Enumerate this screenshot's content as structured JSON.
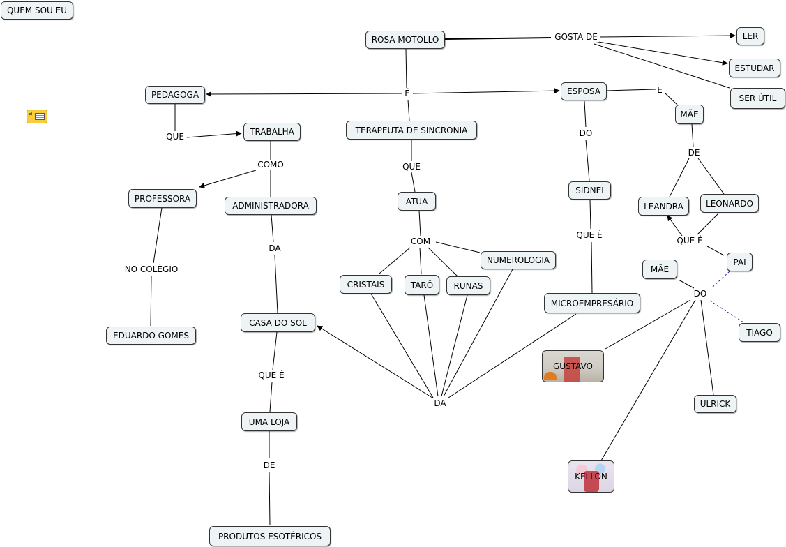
{
  "nodes": {
    "quem_sou_eu": "QUEM SOU EU",
    "rosa_motollo": "ROSA MOTOLLO",
    "ler": "LER",
    "estudar": "ESTUDAR",
    "ser_util": "SER ÚTIL",
    "pedagoga": "PEDAGOGA",
    "esposa": "ESPOSA",
    "mae_top": "MÃE",
    "trabalha": "TRABALHA",
    "terapeuta": "TERAPEUTA DE SINCRONIA",
    "professora": "PROFESSORA",
    "administradora": "ADMINISTRADORA",
    "atua": "ATUA",
    "sidnei": "SIDNEI",
    "leandra": "LEANDRA",
    "leonardo": "LEONARDO",
    "numerologia": "NUMEROLOGIA",
    "mae_bottom": "MÃE",
    "pai": "PAI",
    "cristais": "CRISTAIS",
    "taro": "TARÔ",
    "runas": "RUNAS",
    "microempresario": "MICROEMPRESÁRIO",
    "tiago": "TIAGO",
    "casa_do_sol": "CASA DO SOL",
    "eduardo_gomes": "EDUARDO GOMES",
    "uma_loja": "UMA LOJA",
    "ulrick": "ULRICK",
    "produtos": "PRODUTOS ESOTÉRICOS"
  },
  "photos": {
    "gustavo": "GUSTAVO",
    "kellon": "KELLON"
  },
  "links": {
    "gosta_de": "GOSTA DE",
    "e_acento": "É",
    "e": "E",
    "que_left": "QUE",
    "como": "COMO",
    "que_mid": "QUE",
    "do_esposa": "DO",
    "de_mae": "DE",
    "com": "COM",
    "que_e_sidnei": "QUE É",
    "que_e_leo": "QUE É",
    "no_colegio": "NO COLÉGIO",
    "da_admin": "DA",
    "do_pai": "DO",
    "que_e_casa": "QUE É",
    "da_bottom": "DA",
    "de_loja": "DE"
  },
  "colors": {
    "node_fill": "#eef3f6",
    "line": "#000000",
    "dashed_link": "#1a1aa6"
  },
  "icons": {
    "note": "annotation-note-icon"
  }
}
